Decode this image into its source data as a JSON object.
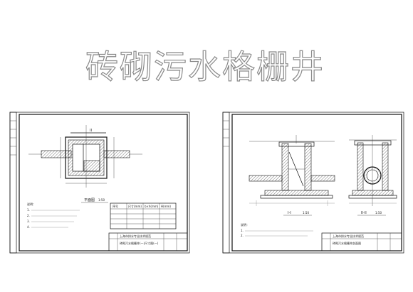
{
  "title": "砖砌污水格栅井",
  "sheet_left": {
    "section_mark": "II",
    "scale_label": "平面图",
    "scale_value": "1:50",
    "notes_heading": "说明：",
    "notes": [
      "1.",
      "2.",
      "3.",
      "4."
    ],
    "title_block_line1": "上海市排水专业技术规范",
    "title_block_line2": "砖砌污水格栅井(一)尺寸图(一)",
    "table_head": [
      "序号",
      "尺寸(mm)",
      "b×h(mm)",
      "H(mm)"
    ],
    "table_rows": [
      [
        "",
        "",
        "",
        ""
      ],
      [
        "",
        "",
        "",
        ""
      ],
      [
        "",
        "",
        "",
        ""
      ],
      [
        "",
        "",
        "",
        ""
      ]
    ]
  },
  "sheet_right": {
    "section_a": "I-I",
    "section_b": "II-II",
    "scale_value": "1:50",
    "notes_heading": "说明：",
    "notes": [
      "1.",
      "2."
    ],
    "title_block_line1": "上海市排水专业技术规范",
    "title_block_line2": "砖砌污水格栅井剖面图"
  }
}
